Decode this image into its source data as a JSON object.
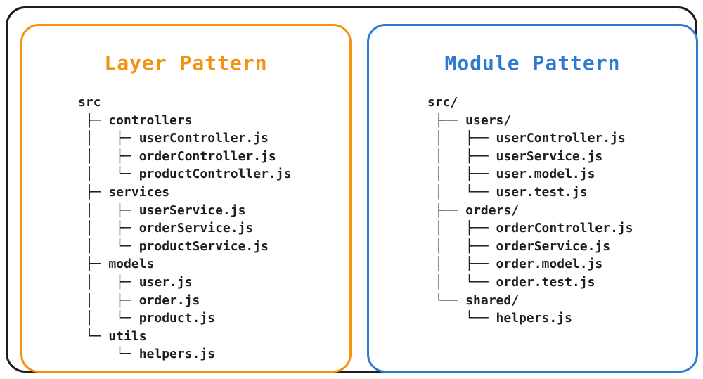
{
  "frame_color": "#1d1d1d",
  "text_color": "#1e1e1e",
  "panels": [
    {
      "id": "layer-pattern",
      "title": "Layer Pattern",
      "accent_color": "#F2920F",
      "root": "src",
      "folders": [
        "controllers",
        "services",
        "models",
        "utils"
      ],
      "files": {
        "controllers": [
          "userController.js",
          "orderController.js",
          "productController.js"
        ],
        "services": [
          "userService.js",
          "orderService.js",
          "productService.js"
        ],
        "models": [
          "user.js",
          "order.js",
          "product.js"
        ],
        "utils": [
          "helpers.js"
        ]
      },
      "tree_text": "src\n ├─ controllers\n │   ├─ userController.js\n │   ├─ orderController.js\n │   └─ productController.js\n ├─ services\n │   ├─ userService.js\n │   ├─ orderService.js\n │   └─ productService.js\n ├─ models\n │   ├─ user.js\n │   ├─ order.js\n │   └─ product.js\n └─ utils\n     └─ helpers.js"
    },
    {
      "id": "module-pattern",
      "title": "Module Pattern",
      "accent_color": "#2D7BD0",
      "root": "src/",
      "folders": [
        "users/",
        "orders/",
        "shared/"
      ],
      "files": {
        "users/": [
          "userController.js",
          "userService.js",
          "user.model.js",
          "user.test.js"
        ],
        "orders/": [
          "orderController.js",
          "orderService.js",
          "order.model.js",
          "order.test.js"
        ],
        "shared/": [
          "helpers.js"
        ]
      },
      "tree_text": "src/\n ├── users/\n │   ├── userController.js\n │   ├── userService.js\n │   ├── user.model.js\n │   └── user.test.js\n ├── orders/\n │   ├── orderController.js\n │   ├── orderService.js\n │   ├── order.model.js\n │   └── order.test.js\n └── shared/\n     └── helpers.js"
    }
  ]
}
